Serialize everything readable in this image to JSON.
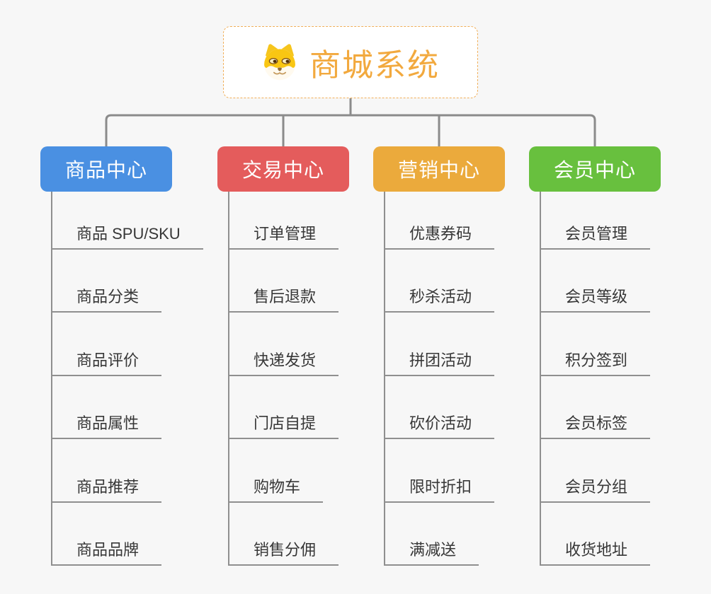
{
  "root": {
    "title": "商城系统",
    "icon": "dog-face-icon",
    "accent_color": "#f2a93e"
  },
  "branches": [
    {
      "id": "product-center",
      "label": "商品中心",
      "color": "#4a90e2",
      "items": [
        "商品 SPU/SKU",
        "商品分类",
        "商品评价",
        "商品属性",
        "商品推荐",
        "商品品牌"
      ]
    },
    {
      "id": "trade-center",
      "label": "交易中心",
      "color": "#e45c5c",
      "items": [
        "订单管理",
        "售后退款",
        "快递发货",
        "门店自提",
        "购物车",
        "销售分佣"
      ]
    },
    {
      "id": "marketing-center",
      "label": "营销中心",
      "color": "#ebaa3c",
      "items": [
        "优惠券码",
        "秒杀活动",
        "拼团活动",
        "砍价活动",
        "限时折扣",
        "满减送"
      ]
    },
    {
      "id": "member-center",
      "label": "会员中心",
      "color": "#68c03e",
      "items": [
        "会员管理",
        "会员等级",
        "积分签到",
        "会员标签",
        "会员分组",
        "收货地址"
      ]
    }
  ],
  "connector_color": "#8b8b8b"
}
